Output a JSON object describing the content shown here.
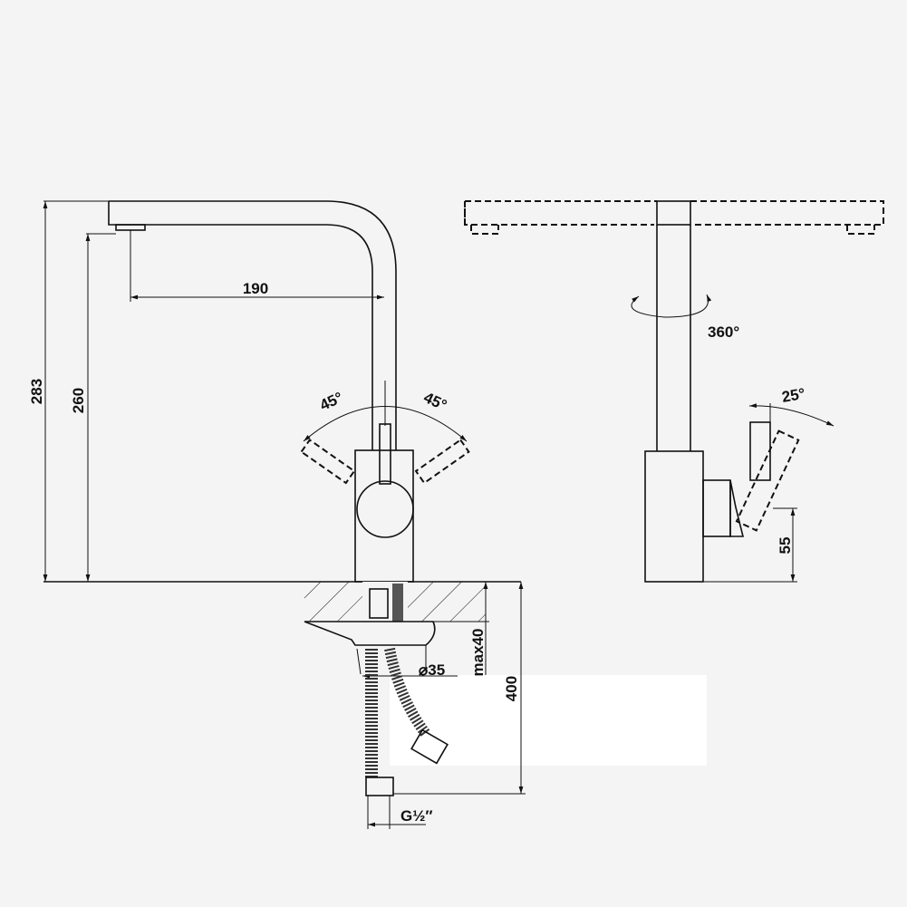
{
  "dimensions": {
    "total_height": "283",
    "spout_height": "260",
    "spout_reach": "190",
    "lever_angle_left": "45°",
    "lever_angle_right": "45°",
    "swivel": "360°",
    "lever_tilt": "25°",
    "lever_height": "55",
    "max_counter_thickness": "max40",
    "hole_diameter": "⌀35",
    "hose_length": "400",
    "connection_thread": "G½″"
  }
}
